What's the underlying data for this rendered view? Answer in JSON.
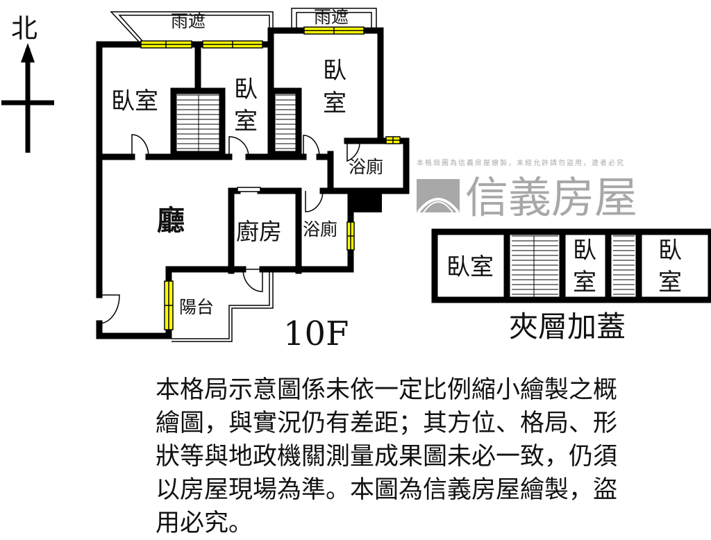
{
  "compass": {
    "north_label": "北"
  },
  "floor_plan": {
    "floor_label": "10F",
    "rooms": {
      "bedroom_1": "臥室",
      "bedroom_2": [
        "臥",
        "室"
      ],
      "bedroom_3": [
        "臥",
        "室"
      ],
      "bath_upper": "浴廁",
      "living": "廳",
      "kitchen": "廚房",
      "bath_lower": "浴廁",
      "balcony": "陽台",
      "canopy_left": "雨遮",
      "canopy_right": "雨遮"
    }
  },
  "mezzanine": {
    "title": "夾層加蓋",
    "rooms": {
      "bedroom_1": "臥室",
      "bedroom_2": [
        "臥",
        "室"
      ],
      "bedroom_3": [
        "臥",
        "室"
      ]
    }
  },
  "watermark": {
    "brand": "信義房屋",
    "notice": "本格局圖為信義房屋繪製，未經允許請勿盜用，違者必究"
  },
  "disclaimer": {
    "lines": [
      "本格局示意圖係未依一定比例縮小繪製之概",
      "繪圖，與實況仍有差距；其方位、格局、形",
      "狀等與地政機關測量成果圖未必一致，仍須",
      "以房屋現場為準。本圖為信義房屋繪製，盜",
      "用必究。"
    ]
  },
  "colors": {
    "wall": "#000000",
    "window": "#ffff00",
    "watermark": "#9a9a9a"
  }
}
